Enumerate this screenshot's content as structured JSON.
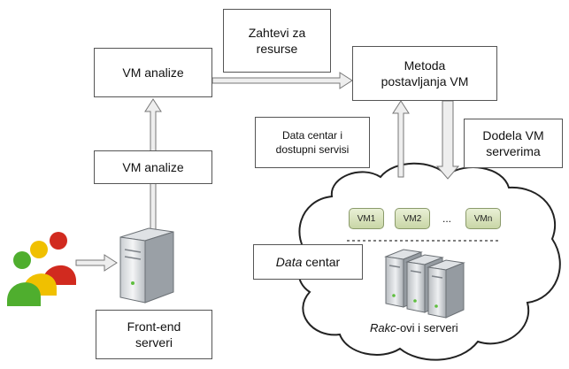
{
  "boxes": {
    "vm_analysis_top": "VM analize",
    "resource_requests_line1": "Zahtevi za",
    "resource_requests_line2": "resurse",
    "placement_method_line1": "Metoda",
    "placement_method_line2": "postavljanja VM",
    "vm_analysis_middle": "VM analize",
    "datacenter_services_line1": "Data centar i",
    "datacenter_services_line2": "dostupni servisi",
    "vm_assignment_line1": "Dodela VM",
    "vm_assignment_line2": "serverima",
    "datacenter_label_italic": "Data",
    "datacenter_label_rest": " centar",
    "frontend_line1": "Front-end",
    "frontend_line2": "serveri"
  },
  "cloud": {
    "vms": [
      "VM1",
      "VM2",
      "VMn"
    ],
    "ellipsis": "...",
    "racks_label_italic": "Rakc",
    "racks_label_rest": "-ovi i serveri"
  },
  "colors": {
    "user_red": "#d12a1f",
    "user_yellow": "#f0c000",
    "user_green": "#4fae2e",
    "arrow_fill": "#eeeeee",
    "arrow_stroke": "#777777",
    "vm_chip": "#d6e0b8"
  }
}
